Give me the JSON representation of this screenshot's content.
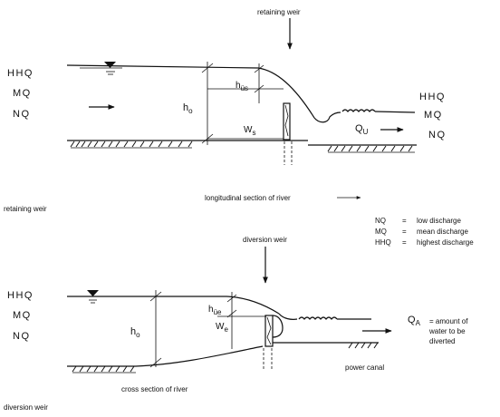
{
  "top": {
    "weir_title": "retaining weir",
    "levels_left": [
      "HHQ",
      "MQ",
      "NQ"
    ],
    "levels_right": [
      "HHQ",
      "MQ",
      "NQ"
    ],
    "h_label": "h",
    "h_sub": "o",
    "b_label": "h",
    "b_sub": "ü",
    "b_sub2": "s",
    "w_label": "W",
    "w_sub": "s",
    "q_label": "Q",
    "q_sub": "U",
    "section_caption": "longitudinal section of river",
    "bottom_left_caption": "retaining weir"
  },
  "legend": [
    {
      "abbr": "NQ",
      "eq": "=",
      "desc": "low discharge"
    },
    {
      "abbr": "MQ",
      "eq": "=",
      "desc": "mean discharge"
    },
    {
      "abbr": "HHQ",
      "eq": "=",
      "desc": "highest discharge"
    }
  ],
  "bottom": {
    "weir_title": "diversion weir",
    "levels_left": [
      "HHQ",
      "MQ",
      "NQ"
    ],
    "h_label": "h",
    "h_sub": "o",
    "b_label": "h",
    "b_sub": "üe",
    "w_label": "W",
    "w_sub": "e",
    "qa_label": "Q",
    "qa_sub": "A",
    "qa_text": [
      "= amount of",
      "water to be",
      "diverted"
    ],
    "canal_caption": "power canal",
    "section_caption": "cross section of river",
    "bottom_left_caption": "diversion weir"
  }
}
